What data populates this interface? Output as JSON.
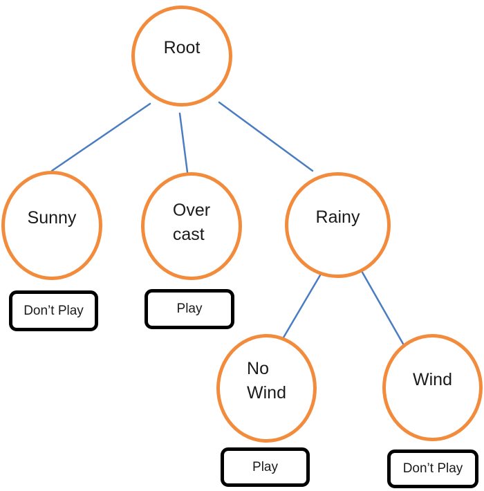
{
  "diagram": {
    "type": "decision-tree",
    "colors": {
      "node_border": "#f28b3b",
      "leaf_border": "#000000",
      "edge": "#4a7cc2",
      "text": "#1a1a1a",
      "background": "#ffffff"
    },
    "nodes": {
      "root": {
        "label": "Root"
      },
      "sunny": {
        "label": "Sunny"
      },
      "overcast": {
        "label": "Over cast"
      },
      "rainy": {
        "label": "Rainy"
      },
      "no_wind": {
        "label": "No Wind"
      },
      "wind": {
        "label": "Wind"
      }
    },
    "leaves": {
      "sunny_decision": {
        "label": "Don’t Play"
      },
      "overcast_decision": {
        "label": "Play"
      },
      "no_wind_decision": {
        "label": "Play"
      },
      "wind_decision": {
        "label": "Don’t Play"
      }
    },
    "edges": [
      {
        "from": "root",
        "to": "sunny"
      },
      {
        "from": "root",
        "to": "overcast"
      },
      {
        "from": "root",
        "to": "rainy"
      },
      {
        "from": "rainy",
        "to": "no_wind"
      },
      {
        "from": "rainy",
        "to": "wind"
      }
    ]
  }
}
